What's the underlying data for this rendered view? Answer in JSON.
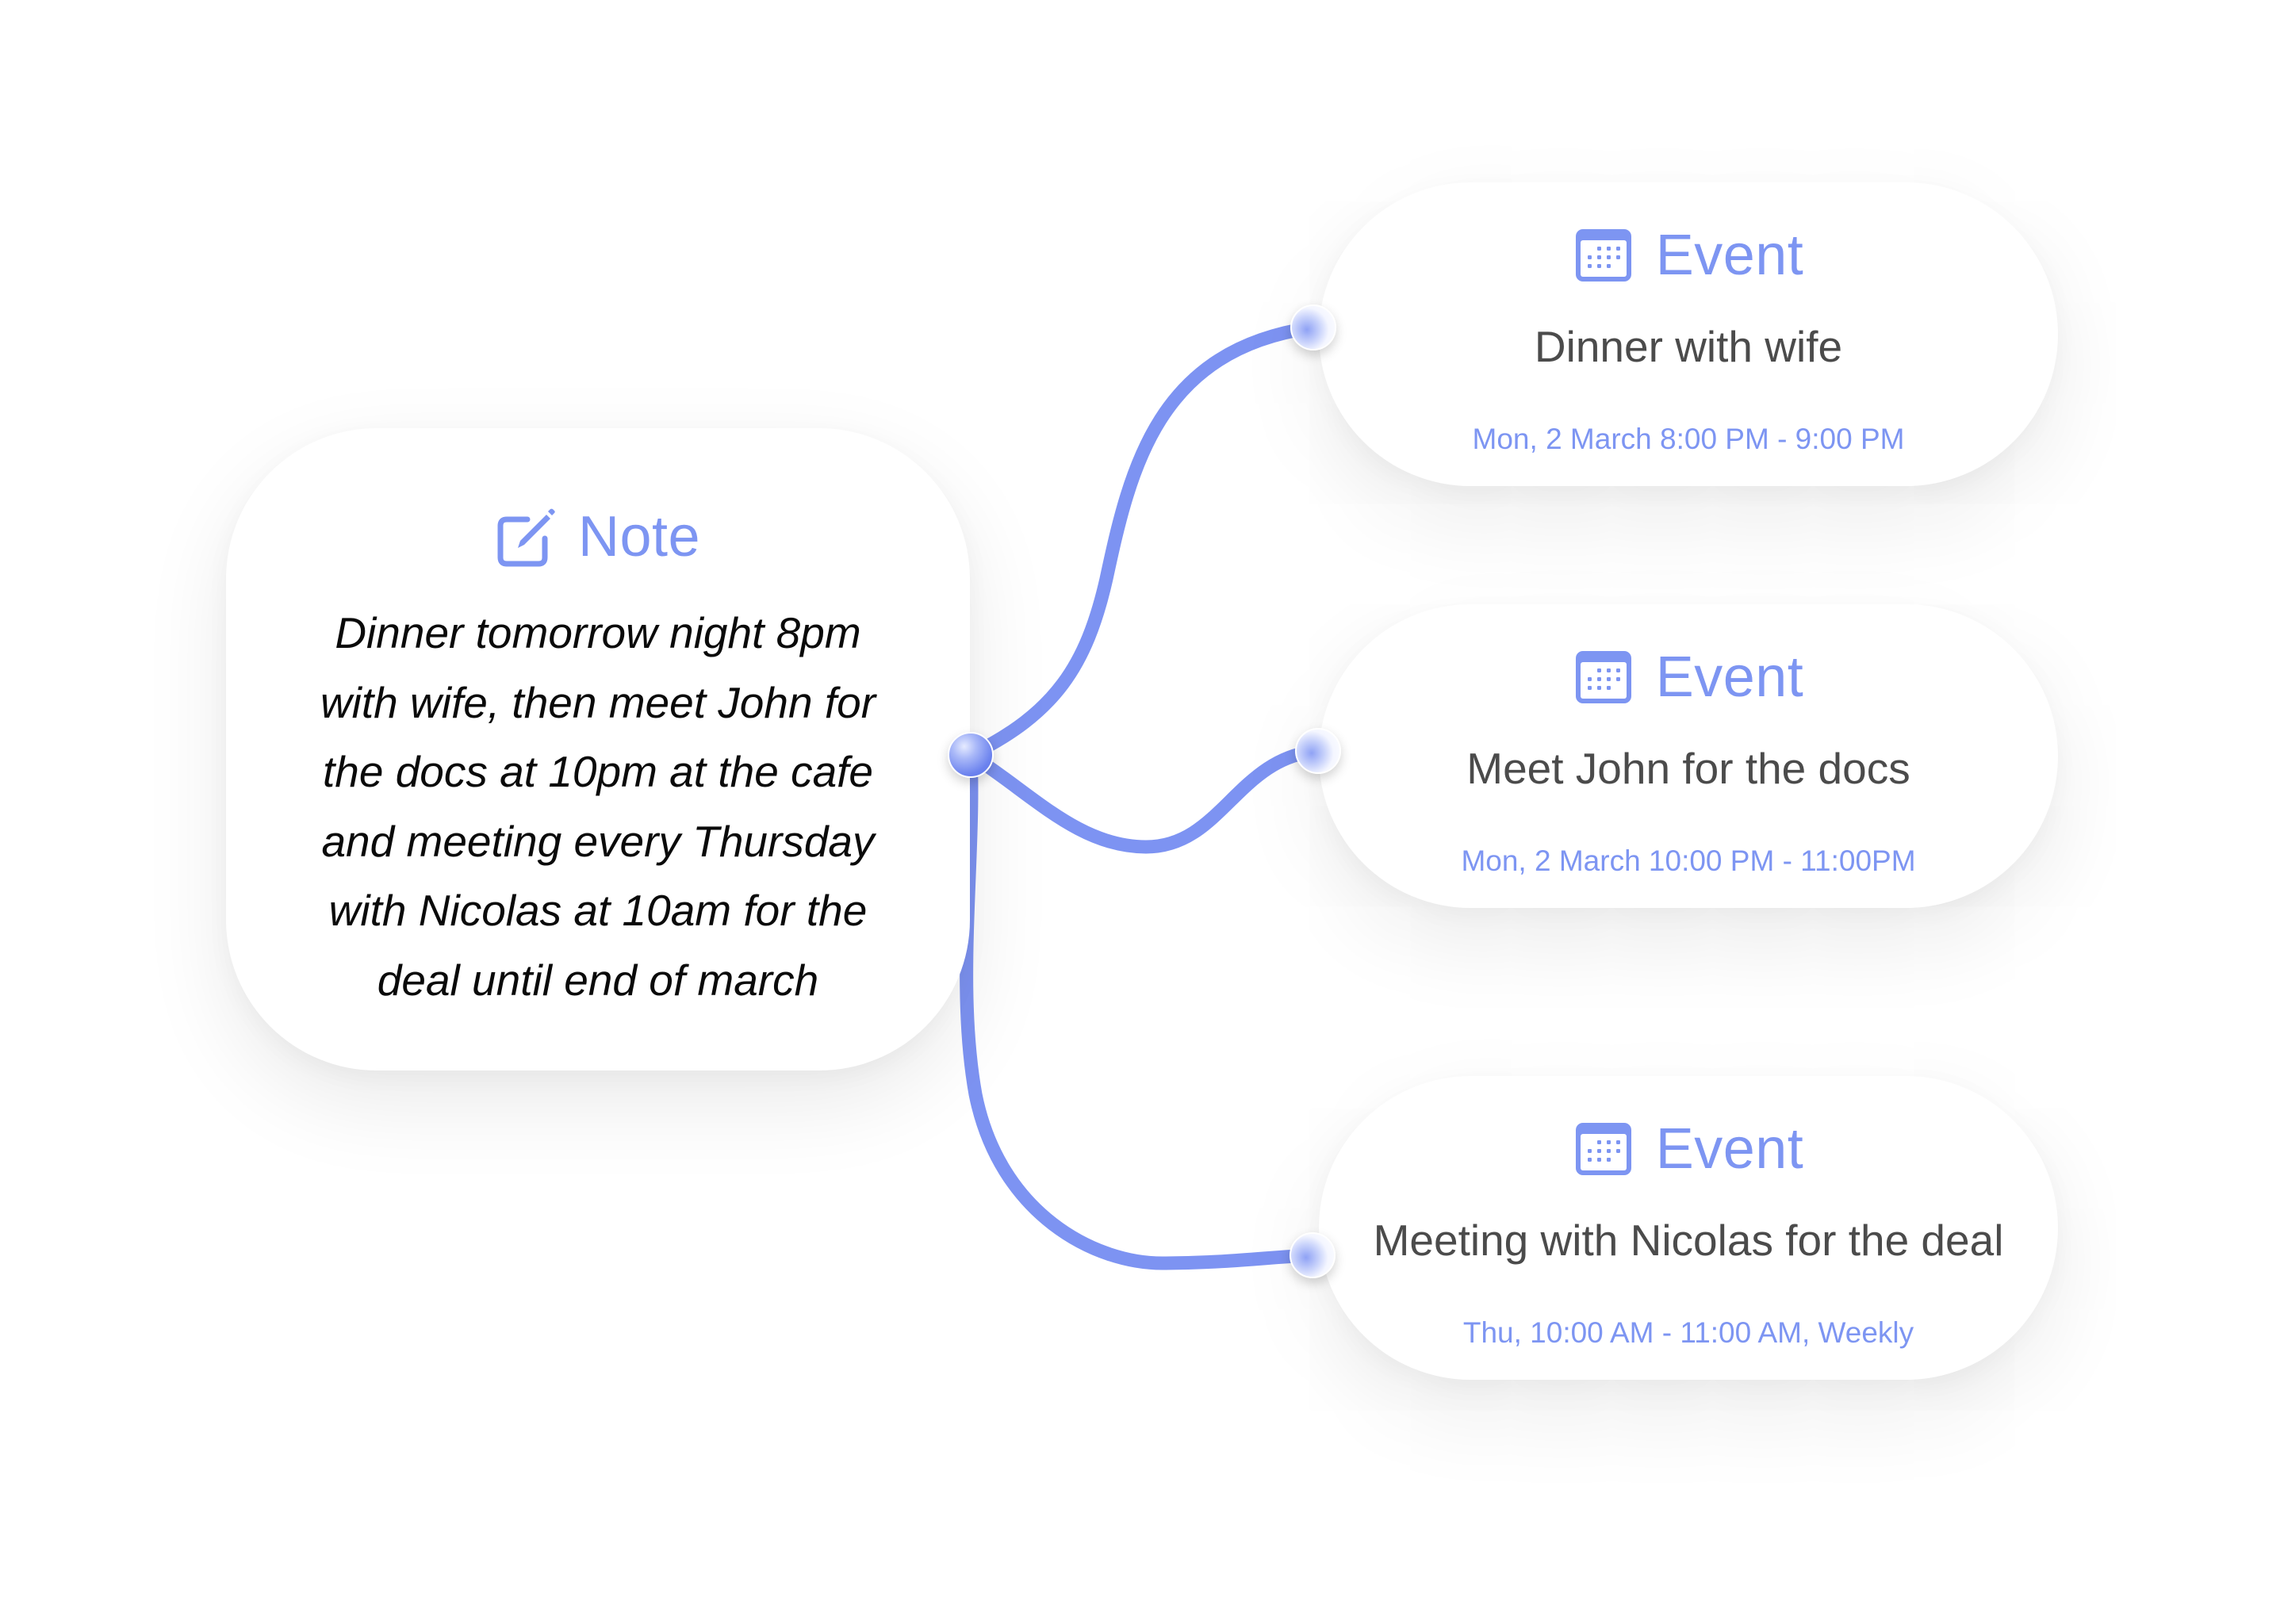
{
  "colors": {
    "accent": "#7d95f2",
    "connector": "#7d93f2",
    "title_text": "#4b4b4b",
    "body_text": "#0a0a0a",
    "card_bg": "#ffffff",
    "page_bg": "#ffffff"
  },
  "note": {
    "icon": "edit-note-icon",
    "label": "Note",
    "body_lines": [
      "Dinner tomorrow night 8pm",
      "with wife, then meet John for",
      "the docs at 10pm at the cafe",
      "and meeting every Thursday",
      "with Nicolas at 10am for the",
      "deal until end of march"
    ]
  },
  "events": [
    {
      "icon": "calendar-icon",
      "label": "Event",
      "title": "Dinner with wife",
      "date": "Mon, 2 March 8:00 PM - 9:00 PM"
    },
    {
      "icon": "calendar-icon",
      "label": "Event",
      "title": "Meet John for the docs",
      "date": "Mon, 2 March 10:00 PM - 11:00PM"
    },
    {
      "icon": "calendar-icon",
      "label": "Event",
      "title": "Meeting with Nicolas for the deal",
      "date": "Thu, 10:00 AM - 11:00 AM, Weekly"
    }
  ]
}
